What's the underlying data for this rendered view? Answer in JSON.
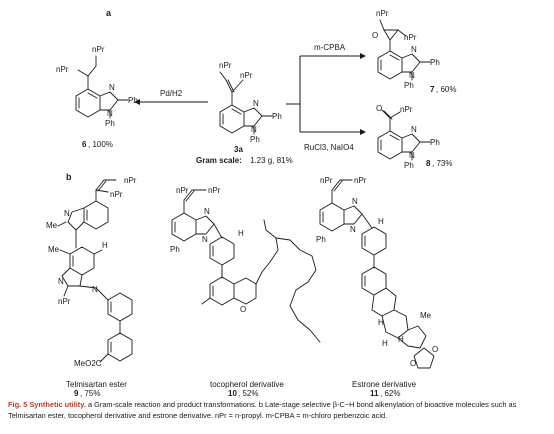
{
  "panels": {
    "a": "a",
    "b": "b"
  },
  "panel_a": {
    "center": {
      "id": "3a",
      "scale_label": "Gram scale:",
      "scale_value": "1.23 g, 81%"
    },
    "left_arrow": {
      "reagent": "Pd/H2"
    },
    "right_top_arrow": {
      "reagent": "m-CPBA"
    },
    "right_bottom_arrow": {
      "reagent": "RuCl3, NaIO4"
    },
    "products": [
      {
        "id": "6",
        "yield": ", 100%"
      },
      {
        "id": "7",
        "yield": ", 60%"
      },
      {
        "id": "8",
        "yield": ", 73%"
      }
    ]
  },
  "panel_b": {
    "products": [
      {
        "name": "Telmisartan ester",
        "id": "9",
        "yield": ", 75%"
      },
      {
        "name": "tocopherol derivative",
        "id": "10",
        "yield": ", 52%"
      },
      {
        "name": "Estrone derivative",
        "id": "11",
        "yield": ", 62%"
      }
    ]
  },
  "atoms": {
    "nPr": "nPr",
    "Pr": "Pr",
    "Ph": "Ph",
    "N": "N",
    "O": "O",
    "H": "H",
    "Me": "Me",
    "MeO2C": "MeO2C"
  },
  "caption": {
    "fig_label": "Fig. 5 Synthetic utility.",
    "text": " a Gram-scale reaction and product transformations. b Late-stage selective β-C−H bond alkenylation of bioactive molecules such as Telmisartan ester, tocopherol derivative and estrone derivative. nPr = n-propyl. m-CPBA = m-chloro perbenzoic acid."
  }
}
